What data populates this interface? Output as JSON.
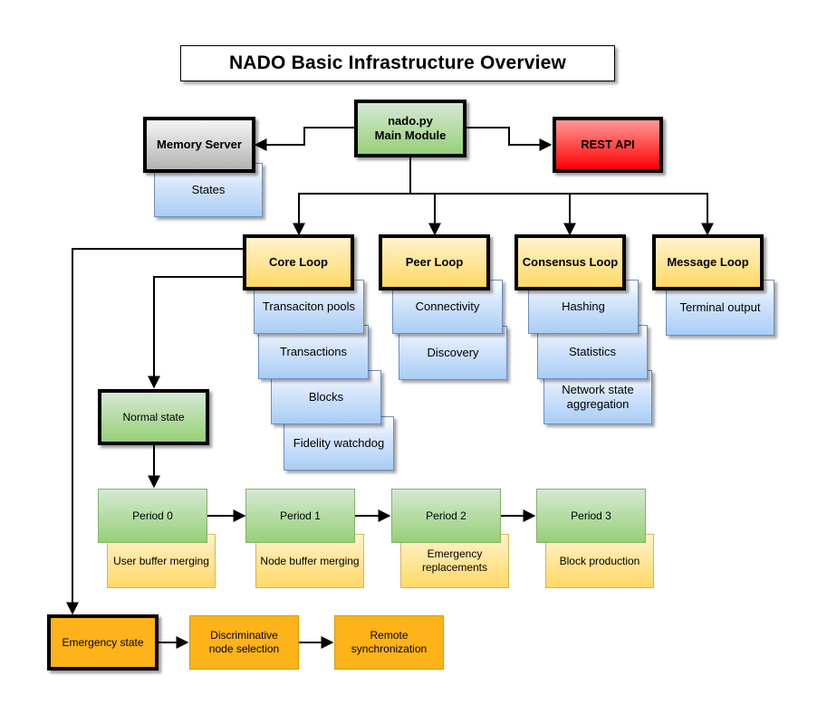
{
  "title": "NADO Basic Infrastructure Overview",
  "nodes": {
    "main_module": "nado.py\nMain Module",
    "memory_server": "Memory Server",
    "rest_api": "REST API",
    "states": "States",
    "core_loop": "Core Loop",
    "peer_loop": "Peer Loop",
    "consensus_loop": "Consensus Loop",
    "message_loop": "Message Loop",
    "transaction_pools": "Transaciton pools",
    "transactions": "Transactions",
    "blocks": "Blocks",
    "fidelity_watchdog": "Fidelity watchdog",
    "connectivity": "Connectivity",
    "discovery": "Discovery",
    "hashing": "Hashing",
    "statistics": "Statistics",
    "network_state_aggregation": "Network state aggregation",
    "terminal_output": "Terminal output",
    "normal_state": "Normal state",
    "period_0": "Period 0",
    "period_1": "Period 1",
    "period_2": "Period 2",
    "period_3": "Period 3",
    "user_buffer_merging": "User buffer merging",
    "node_buffer_merging": "Node buffer merging",
    "emergency_replacements": "Emergency replacements",
    "block_production": "Block production",
    "emergency_state": "Emergency state",
    "discriminative_node_selection": "Discriminative node selection",
    "remote_synchronization": "Remote synchronization"
  },
  "edges": [
    {
      "from": "main_module",
      "to": "memory_server"
    },
    {
      "from": "main_module",
      "to": "rest_api"
    },
    {
      "from": "main_module",
      "to": "core_loop"
    },
    {
      "from": "main_module",
      "to": "peer_loop"
    },
    {
      "from": "main_module",
      "to": "consensus_loop"
    },
    {
      "from": "main_module",
      "to": "message_loop"
    },
    {
      "from": "core_loop",
      "to": "normal_state"
    },
    {
      "from": "core_loop",
      "to": "emergency_state"
    },
    {
      "from": "normal_state",
      "to": "period_0"
    },
    {
      "from": "period_0",
      "to": "period_1"
    },
    {
      "from": "period_1",
      "to": "period_2"
    },
    {
      "from": "period_2",
      "to": "period_3"
    },
    {
      "from": "emergency_state",
      "to": "discriminative_node_selection"
    },
    {
      "from": "discriminative_node_selection",
      "to": "remote_synchronization"
    }
  ],
  "colors": {
    "stroke": "#000000",
    "blue_fill": "#dae8fc",
    "green_fill": "#97d077",
    "yellow_fill": "#ffd966",
    "orange_fill": "#ffb31a",
    "red_fill": "#ff0000"
  }
}
